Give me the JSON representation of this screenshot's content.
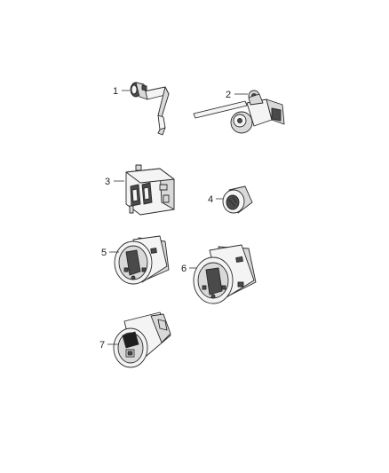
{
  "diagram": {
    "callouts": [
      {
        "number": "1",
        "part": "headlamp-leveling-sensor-front"
      },
      {
        "number": "2",
        "part": "headlamp-leveling-sensor-rear"
      },
      {
        "number": "3",
        "part": "switch-module-twin-rocker"
      },
      {
        "number": "4",
        "part": "round-push-switch"
      },
      {
        "number": "5",
        "part": "headlamp-switch-a"
      },
      {
        "number": "6",
        "part": "headlamp-switch-b"
      },
      {
        "number": "7",
        "part": "cylindrical-switch"
      }
    ]
  }
}
